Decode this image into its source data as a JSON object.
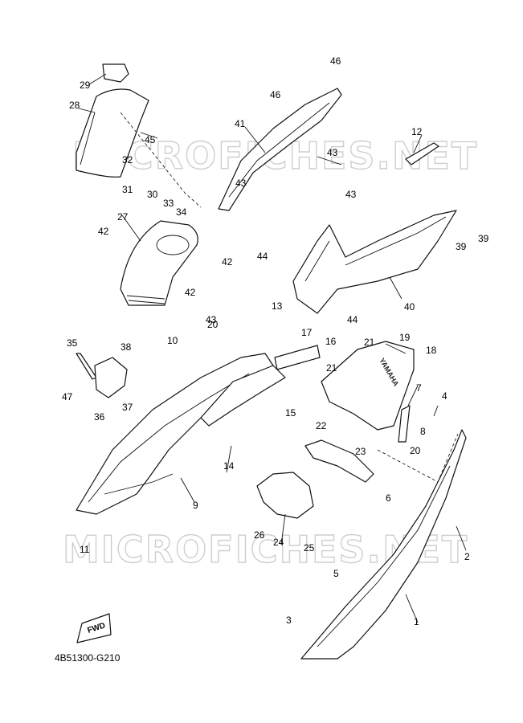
{
  "watermark": "MICROFICHES.NET",
  "diagram_code": "4B51300-G210",
  "fwd_label": "FWD",
  "brand_mark": "YAMAHA",
  "callouts": {
    "c1": "1",
    "c2": "2",
    "c3": "3",
    "c4": "4",
    "c5": "5",
    "c6": "6",
    "c7": "7",
    "c8": "8",
    "c9": "9",
    "c10": "10",
    "c11": "11",
    "c12": "12",
    "c13": "13",
    "c14": "14",
    "c15": "15",
    "c16": "16",
    "c17": "17",
    "c18": "18",
    "c19": "19",
    "c20a": "20",
    "c20b": "20",
    "c21a": "21",
    "c21b": "21",
    "c22": "22",
    "c23": "23",
    "c24": "24",
    "c25": "25",
    "c26": "26",
    "c27": "27",
    "c28": "28",
    "c29": "29",
    "c30": "30",
    "c31": "31",
    "c32": "32",
    "c33": "33",
    "c34": "34",
    "c35": "35",
    "c36": "36",
    "c37": "37",
    "c38": "38",
    "c39a": "39",
    "c39b": "39",
    "c40": "40",
    "c41": "41",
    "c42a": "42",
    "c42b": "42",
    "c42c": "42",
    "c43a": "43",
    "c43b": "43",
    "c43c": "43",
    "c43d": "43",
    "c44a": "44",
    "c44b": "44",
    "c45": "45",
    "c46a": "46",
    "c46b": "46",
    "c47": "47"
  }
}
